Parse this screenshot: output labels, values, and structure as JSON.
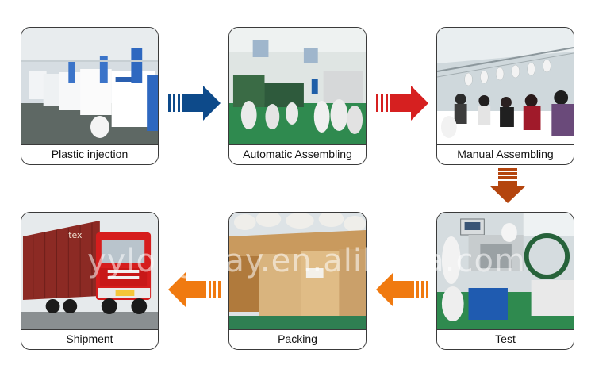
{
  "steps": [
    {
      "label": "Plastic injection"
    },
    {
      "label": "Automatic Assembling"
    },
    {
      "label": "Manual Assembling"
    },
    {
      "label": "Test"
    },
    {
      "label": "Packing"
    },
    {
      "label": "Shipment"
    }
  ],
  "watermark": "yylongway.en.alibaba.com",
  "truck_text": "tex",
  "colors": {
    "arrow_blue": "#0d4a8a",
    "arrow_red": "#d62020",
    "arrow_brown": "#b4450e",
    "arrow_orange": "#f07a10",
    "border": "#3a3a3a"
  }
}
